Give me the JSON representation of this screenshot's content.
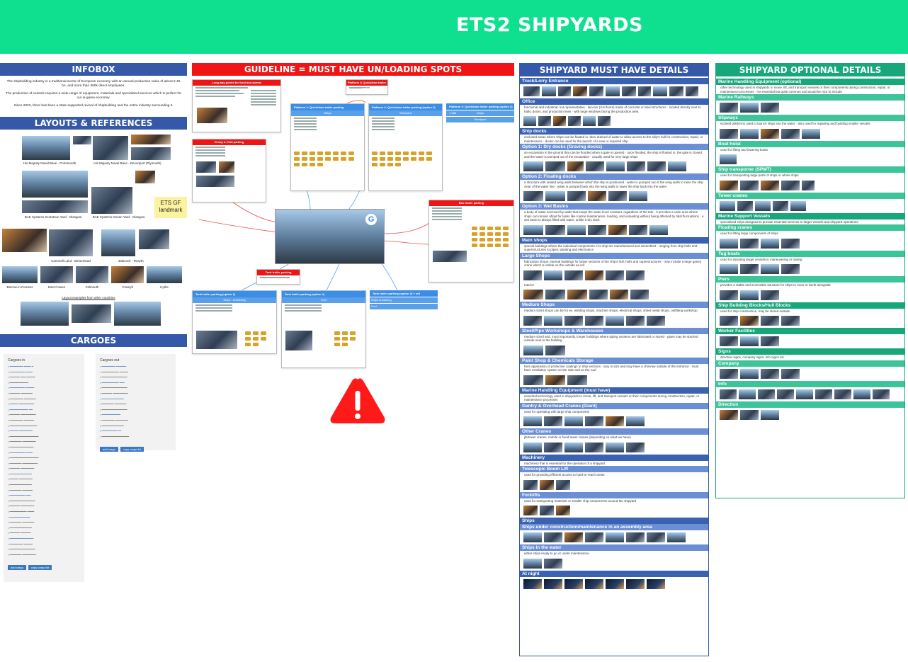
{
  "banner": {
    "title": "ETS2 SHIPYARDS"
  },
  "infobox": {
    "title": "INFOBOX",
    "p1": "The shipbuilding industry is a traditional sector of European economy with an annual production value of about € 45 bn. and more than 360k direct employees.",
    "p2": "The production of vessels requires a wide range of equipment, materials and specialised services which is perfect for our in-game economy.",
    "p3": "Since 2022, there has been a state-supported revival of shipbuilding and the entire industry surrounding it."
  },
  "layouts": {
    "title": "LAYOUTS & REFERENCES",
    "captions": [
      "His Majesty Naval Base - Portsmouth",
      "His Majesty Naval Base - Devonport (Plymouth)",
      "BAE Systems Scotstoun Yard - Glasgow",
      "BAE Systems Govan Yard - Glasgow",
      "Cammell Laird - Birkenhead",
      "Babcock - Rosyth",
      "Barrow-in-Furness",
      "East Cowes",
      "Falmouth",
      "Cramyll",
      "Hythe",
      "Layout examples from other countries"
    ],
    "sticky": "ETS GF landmark"
  },
  "cargoes": {
    "title": "CARGOES",
    "in_title": "Cargoes in",
    "out_title": "Cargoes out",
    "btn1": "add cargo",
    "btn2": "copy cargo list",
    "btn3": "add cargo",
    "btn4": "copy cargo list"
  },
  "guideline": {
    "title": "GUIDELINE = MUST HAVE UN/LOADING SPOTS",
    "cards": [
      "Long way points for food and animal",
      "Platform & Quickdraw trailer parking",
      "Platform 1: Quickdraw trailer parking",
      "Platform 2: Quickdraw trailer parking (option 2)",
      "Platform 3: Quickdraw trailer parking (option 3) + roll",
      "Ships",
      "Steelyard",
      "Ships",
      "Steelyard",
      "Group A: Roll parking",
      "Box trailer parking",
      "Tank trailer parking",
      "Tank trailer parking (option 1)",
      "Tank trailer parking (option 2)",
      "Tank trailer parking (option 3) + roll",
      "Ships - bunkering",
      "Fuel",
      "Ships bunkering",
      "Fuel"
    ]
  },
  "must": {
    "title": "SHIPYARD MUST HAVE DETAILS",
    "truck": "Truck/Lorry Entrance",
    "office": "Office",
    "office_txt": "functional and industrial, not representative · two-tier (3-6 floors) made of concrete or steel structures · located directly next to halls, docks, and production lines · with large windows facing the production area",
    "docks": "Ship docks",
    "docks_txt": "enclosed areas where ships can be floated in, then drained of water to allow access to the ship's hull for construction, repair, or maintenance · docks can be used for the launch of a new or repaired ship",
    "opt1": "Option 1: Dry docks (Graving docks)",
    "opt1_txt": "an excavation in the ground that can be flooded when a gate is opened · once flooded, the ship is floated in, the gate is closed, and the water is pumped out of the excavation · usually used for very large ships",
    "opt2": "Option 2: Floating docks",
    "opt2_txt": "a structure with sealed wing walls between which the ship is positioned · water is pumped out of the wing walls to raise the ship clear of the water line · water is pumped back into the wing walls to lower the ship back into the water",
    "opt3": "Option 3: Wet Basins",
    "opt3_txt": "a body of water enclosed by walls that keeps the water level constant, regardless of the tide · it provides a calm area where ships can remain afloat for tasks like routine maintenance, loading, and unloading without being affected by tidal fluctuations · a wet basin is always filled with water, unlike a dry dock",
    "main": "Main shops",
    "main_txt": "special buildings where the individual components of a ship are manufactured and assembled · ranging from ship hulls and superstructures to pipes, painting and electronics",
    "large": "Large Shops",
    "large_txt": "fabrication shops: internal buildings for larger sections of the ship's hull, hulls and superstructures · may include a large gantry crane which is visible on the outside as not",
    "interior": "Interior",
    "medium": "Medium Shops",
    "medium_txt": "medium sized shops can be for ex. welding shops, machine shops, electrical shops, sheet metal shops, outfitting workshop",
    "steel": "Steel/Pipe Workshops & Warehouses",
    "steel_txt": "medium sized and, most importantly, longer buildings where piping systems are fabricated or stored · pipes may be stacked outside next to the building",
    "paint": "Paint Shop & Chemicals Storage",
    "paint_txt": "here application of protective coatings to ship sections · vary in size and may have a chimney outside of the entrance · must have ventilation system on the side and on the roof",
    "mhe": "Marine Handling Equipment (must have)",
    "mhe_txt": "essential technology used in shipyards to move, lift, and transport vessels or their components during construction, repair, or maintenance processes",
    "gantry": "Gantry & Overhead Cranes (Giant)",
    "gantry_txt": "used for operating with large ship components",
    "other": "Other Cranes",
    "other_txt": "jib/tower cranes, mobile or fixed tower cranes (depending on what we have)",
    "mach": "Machinery",
    "mach_txt": "machinery that is essential for the operation of a shipyard",
    "boom": "Telescopic Boom Lift",
    "boom_txt": "used for providing efficient access to hard-to-reach areas",
    "fork": "Forklifts",
    "fork_txt": "used for transporting materials or smaller ship components around the shipyard",
    "ships": "Ships",
    "ships_cons": "Ships under construction/maintenance in an assembly area",
    "ships_water": "Ships in the water",
    "ships_water_txt": "either ships ready to go or under maintenance",
    "night": "At night"
  },
  "optional": {
    "title": "SHIPYARD OPTIONAL DETAILS",
    "mhe": "Marine Handling Equipment (optional)",
    "mhe_txt": "other technology used in shipyards to move, lift, and transport vessels or their components during construction, repair, or maintenance processes · not essential but quite common and would be nice to include",
    "rail": "Marine Railways",
    "slip": "Slipways",
    "slip_txt": "inclined platforms used to launch ships into the water · also used for repairing and building smaller vessels",
    "hoist": "Boat hoist",
    "hoist_txt": "used for lifting and lowering boats",
    "spmt": "Ship transporter (SPMT)",
    "spmt_txt": "used for transporting large parts of ships or whole ships",
    "tower": "Tower cranes",
    "support": "Marine Support Vessels",
    "support_txt": "specialized ships designed to provide essential services to larger vessels and shipyard operations",
    "floating": "Floating cranes",
    "floating_txt": "used for lifting large components of ships",
    "tug": "Tug boats",
    "tug_txt": "used for assisting larger vessels in maneuvering or towing",
    "piers": "Piers",
    "piers_txt": "provides a stable and accessible structure for ships to moor or berth alongside",
    "blocks": "Ship Building Blocks/Hull Blocks",
    "blocks_txt": "used for ship construction, may be stored outside",
    "worker": "Worker Facilities",
    "signs": "Signs",
    "signs_txt": "direction signs, company signs, info signs etc.",
    "company": "Company",
    "info": "Info",
    "direction": "Direction"
  },
  "colors": {
    "banner": "#0fe090",
    "blue": "#3558a8",
    "red": "#f01414",
    "green": "#17a77b",
    "warning": "#ff1a1a"
  },
  "icons": [
    "google-g-icon",
    "warning-triangle-icon"
  ]
}
